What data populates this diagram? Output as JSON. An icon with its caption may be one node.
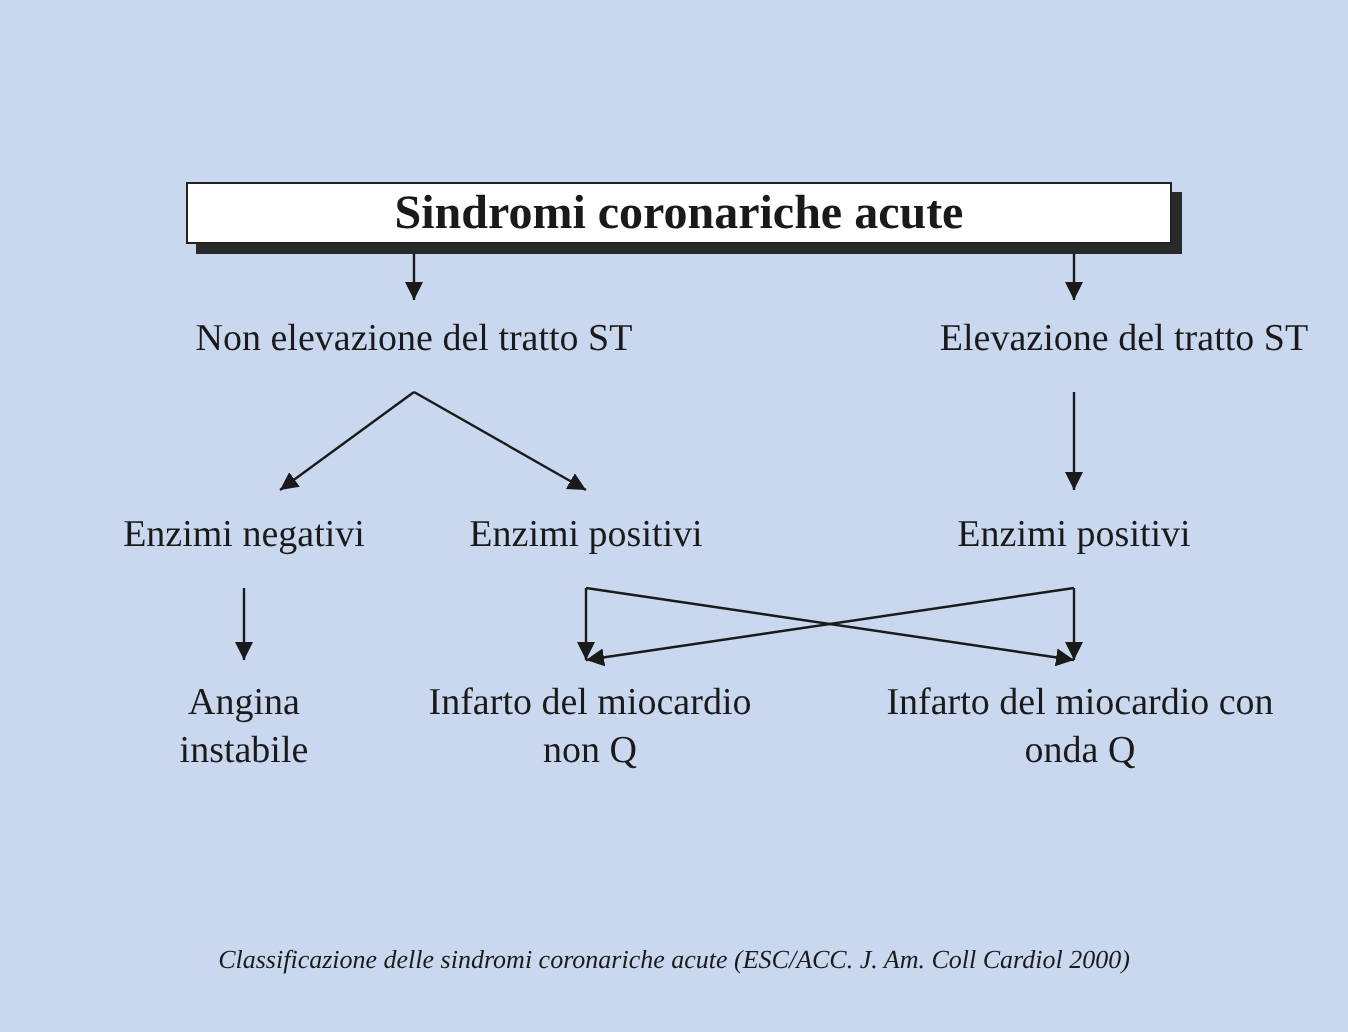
{
  "diagram": {
    "caption": "Classificazione delle sindromi coronariche acute (ESC/ACC. J. Am. Coll Cardiol 2000)",
    "nodes": [
      {
        "text": [
          "Sindromi coronariche acute"
        ]
      },
      {
        "text": [
          "Non elevazione del tratto ST"
        ]
      },
      {
        "text": [
          "Elevazione del tratto ST"
        ]
      },
      {
        "text": [
          "Enzimi negativi"
        ]
      },
      {
        "text": [
          "Enzimi positivi"
        ]
      },
      {
        "text": [
          "Enzimi positivi"
        ]
      },
      {
        "text": [
          "Angina instabile"
        ]
      },
      {
        "text": [
          "Infarto del miocardio non Q"
        ]
      },
      {
        "text": [
          "Infarto del miocardio con onda Q"
        ]
      }
    ],
    "edges": [
      {
        "from": 0,
        "to": 1,
        "arrow": "to"
      },
      {
        "from": 0,
        "to": 2,
        "arrow": "to"
      },
      {
        "from": 1,
        "to": 3,
        "arrow": "to"
      },
      {
        "from": 1,
        "to": 4,
        "arrow": "to"
      },
      {
        "from": 2,
        "to": 5,
        "arrow": "to"
      },
      {
        "from": 3,
        "to": 6,
        "arrow": "to"
      },
      {
        "from": 4,
        "to": 7,
        "arrow": "to"
      },
      {
        "from": 4,
        "to": 8,
        "arrow": "to"
      },
      {
        "from": 5,
        "to": 8,
        "arrow": "to"
      },
      {
        "from": 5,
        "to": 7,
        "arrow": "to"
      }
    ]
  }
}
